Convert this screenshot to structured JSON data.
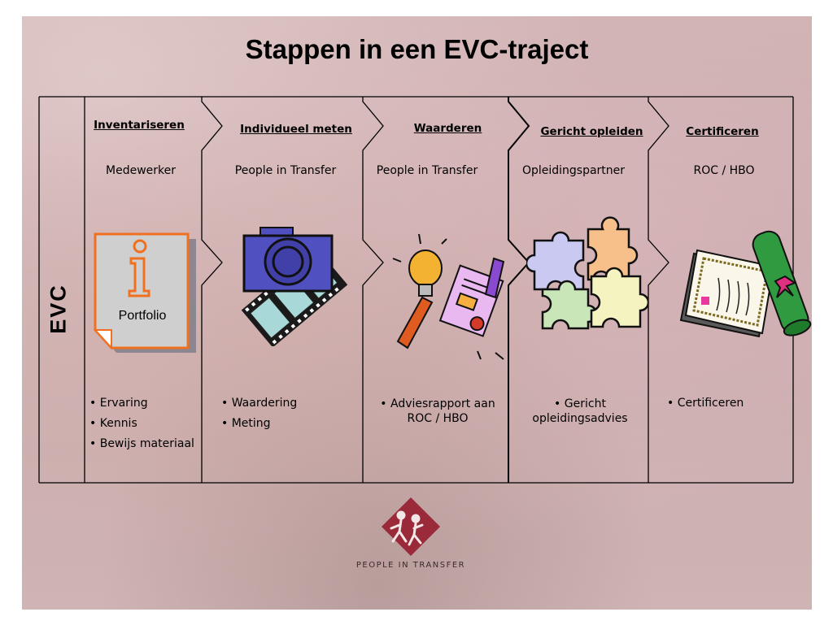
{
  "title": "Stappen in een EVC-traject",
  "side_label": "EVC",
  "steps": [
    {
      "title": "Inventariseren",
      "actor": "Medewerker",
      "image_label": "Portfolio",
      "bullets": [
        "Ervaring",
        "Kennis",
        "Bewijs materiaal"
      ]
    },
    {
      "title": "Individueel meten",
      "actor": "People in Transfer",
      "bullets": [
        "Waardering",
        "Meting"
      ]
    },
    {
      "title": "Waarderen",
      "actor": "People in Transfer",
      "bullets": [
        "Adviesrapport aan ROC / HBO"
      ]
    },
    {
      "title": "Gericht opleiden",
      "actor": "Opleidingspartner",
      "bullets": [
        "Gericht opleidingsadvies"
      ]
    },
    {
      "title": "Certificeren",
      "actor": "ROC / HBO",
      "bullets": [
        "Certificeren"
      ]
    }
  ],
  "logo_text": "PEOPLE IN TRANSFER",
  "icons": [
    "info-portfolio-icon",
    "camera-film-icon",
    "lightbulb-diploma-icon",
    "puzzle-icon",
    "certificate-icon",
    "people-in-transfer-logo"
  ],
  "colors": {
    "background": "#cbaeb0",
    "portfolio_orange": "#f07020",
    "camera_blue": "#5050c0",
    "logo_red": "#9a2a3a"
  }
}
